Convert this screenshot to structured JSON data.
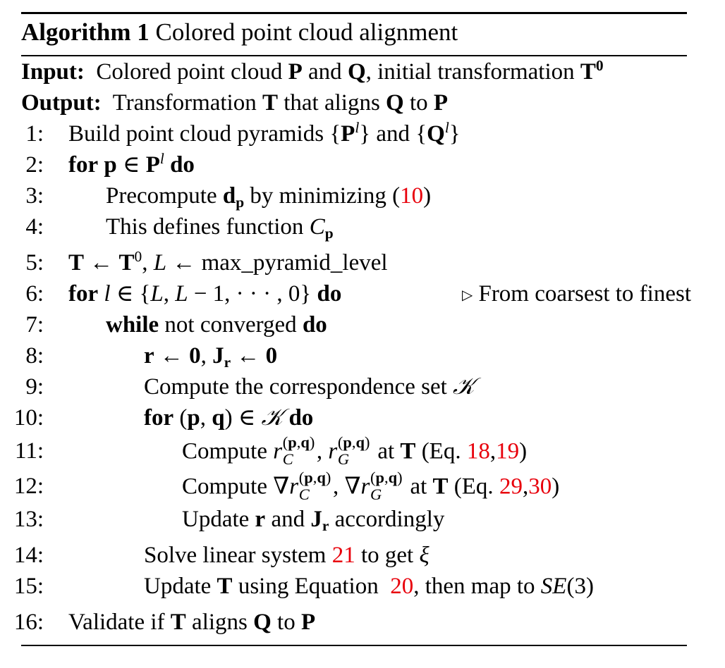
{
  "header": {
    "label": "Algorithm 1",
    "title": "Colored point cloud alignment"
  },
  "io": {
    "input_label": "Input:",
    "input_pre": "Colored point cloud",
    "input_and": "and",
    "input_post": ", initial transformation",
    "output_label": "Output:",
    "output_pre": "Transformation",
    "output_mid": "that aligns",
    "output_to": "to"
  },
  "lines": {
    "l1": {
      "num": "1:",
      "text": "Build point cloud pyramids",
      "and": "and"
    },
    "l2": {
      "num": "2:",
      "kw_for": "for",
      "kw_do": "do"
    },
    "l3": {
      "num": "3:",
      "text": "Precompute",
      "text2": "by minimizing",
      "ref": "10"
    },
    "l4": {
      "num": "4:",
      "text": "This defines function"
    },
    "l5": {
      "num": "5:",
      "text": "max_pyramid_level"
    },
    "l6": {
      "num": "6:",
      "kw_for": "for",
      "kw_do": "do",
      "comment": "From coarsest to finest"
    },
    "l7": {
      "num": "7:",
      "kw_while": "while",
      "text": "not converged",
      "kw_do": "do"
    },
    "l8": {
      "num": "8:"
    },
    "l9": {
      "num": "9:",
      "text": "Compute the correspondence set"
    },
    "l10": {
      "num": "10:",
      "kw_for": "for",
      "kw_do": "do"
    },
    "l11": {
      "num": "11:",
      "text": "Compute",
      "at": "at",
      "eq": "(Eq.",
      "ref1": "18",
      "ref2": "19",
      "close": ")"
    },
    "l12": {
      "num": "12:",
      "text": "Compute",
      "at": "at",
      "eq": "(Eq.",
      "ref1": "29",
      "ref2": "30",
      "close": ")"
    },
    "l13": {
      "num": "13:",
      "text": "Update",
      "and": "and",
      "text2": "accordingly"
    },
    "l14": {
      "num": "14:",
      "text": "Solve linear system",
      "ref": "21",
      "text2": "to get"
    },
    "l15": {
      "num": "15:",
      "text": "Update",
      "text2": "using Equation",
      "ref": "20",
      "text3": ", then map to"
    },
    "l16": {
      "num": "16:",
      "text": "Validate if",
      "text2": "aligns",
      "text3": "to"
    }
  }
}
